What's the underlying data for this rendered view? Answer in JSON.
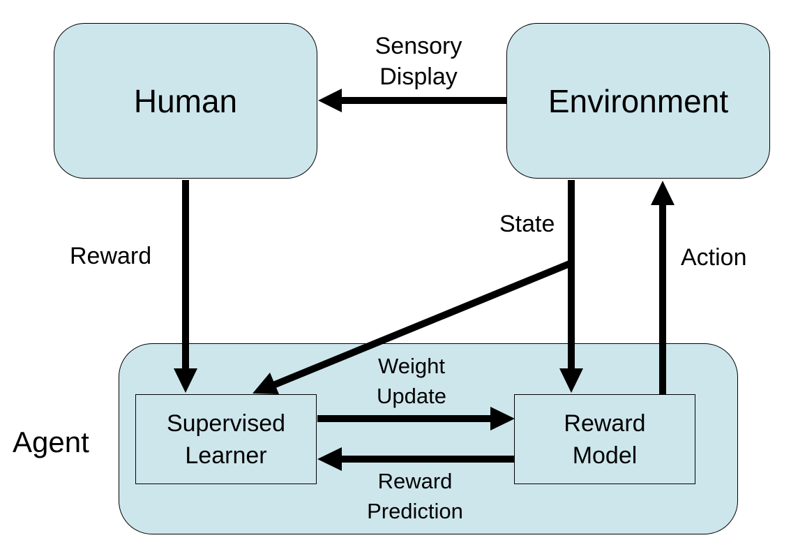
{
  "nodes": {
    "human": "Human",
    "environment": "Environment",
    "agent": "Agent",
    "supervised_learner": "Supervised\nLearner",
    "reward_model": "Reward\nModel"
  },
  "edges": {
    "sensory_display": "Sensory\nDisplay",
    "reward": "Reward",
    "state": "State",
    "action": "Action",
    "weight_update": "Weight\nUpdate",
    "reward_prediction": "Reward\nPrediction"
  },
  "colors": {
    "box_fill": "#cde6ec",
    "arrow": "#000000"
  }
}
